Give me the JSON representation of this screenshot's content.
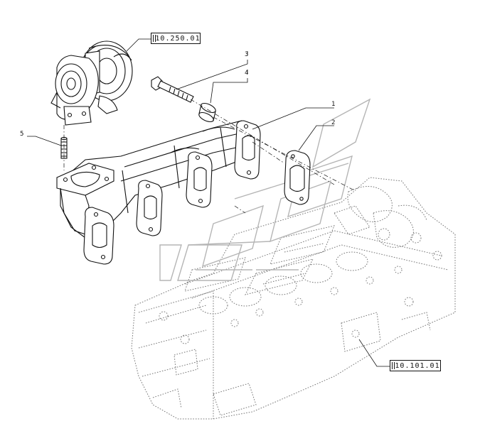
{
  "references": {
    "turbocharger": "10.250.01",
    "engine_block": "10.101.01"
  },
  "callouts": {
    "item_1": "1",
    "item_2": "2",
    "item_3": "3",
    "item_4": "4",
    "item_5": "5"
  },
  "colors": {
    "line": "#111111",
    "ghost": "#9a9a9a",
    "background": "#ffffff"
  }
}
